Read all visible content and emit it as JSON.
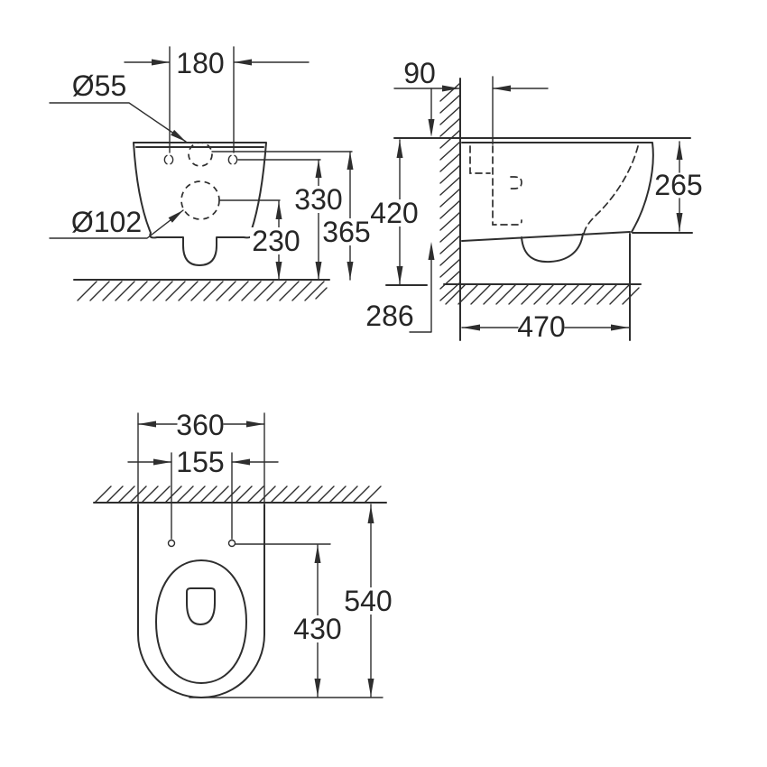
{
  "colors": {
    "line": "#2e2e2e",
    "text": "#262626",
    "background": "#ffffff"
  },
  "front_view": {
    "hole_spacing": "180",
    "inlet_diameter": "Ø55",
    "outlet_diameter": "Ø102",
    "outlet_height": "230",
    "holes_height": "330",
    "inlet_height": "365"
  },
  "side_view": {
    "inlet_offset": "90",
    "total_height": "420",
    "front_height": "265",
    "rear_height": "286",
    "depth": "470"
  },
  "top_view": {
    "width": "360",
    "holes_spacing": "155",
    "depth": "540",
    "holes_to_front": "430"
  }
}
